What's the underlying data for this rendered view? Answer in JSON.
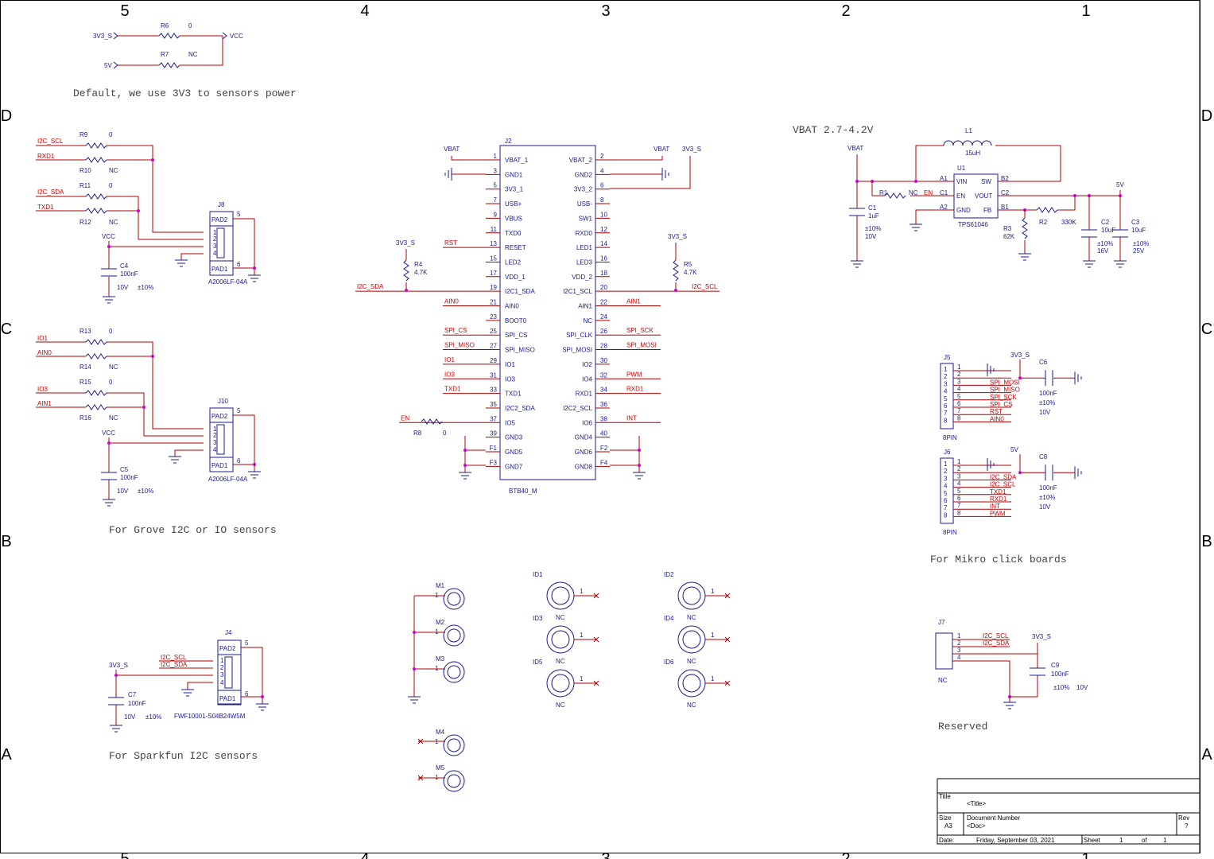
{
  "zones": {
    "top": [
      "5",
      "4",
      "3",
      "2",
      "1"
    ],
    "bottom": [
      "5",
      "4",
      "3",
      "2",
      "1"
    ],
    "side": [
      "D",
      "C",
      "B",
      "A"
    ]
  },
  "notes": {
    "power": "Default, we use 3V3 to sensors power",
    "grove": "For Grove I2C or IO sensors",
    "sparkfun": "For Sparkfun I2C sensors",
    "vbat": "VBAT 2.7-4.2V",
    "mikro": "For Mikro click boards",
    "reserved": "Reserved"
  },
  "top_power": {
    "net1": "3V3_S",
    "net2": "5V",
    "vcc": "VCC",
    "r6": "R6",
    "r6v": "0",
    "r7": "R7",
    "r7v": "NC"
  },
  "j8": {
    "ref": "J8",
    "part": "A2006LF-04A",
    "pad2": "PAD2",
    "pad1": "PAD1",
    "pins": [
      "1",
      "2",
      "3",
      "4",
      "5",
      "6"
    ],
    "nets": [
      "I2C_SCL",
      "RXD1",
      "I2C_SDA",
      "TXD1"
    ],
    "res": [
      {
        "r": "R9",
        "v": "0"
      },
      {
        "r": "R10",
        "v": "NC"
      },
      {
        "r": "R11",
        "v": "0"
      },
      {
        "r": "R12",
        "v": "NC"
      }
    ],
    "vcc": "VCC",
    "cap": "C4",
    "capv": "100nF",
    "volt": "10V",
    "tol": "±10%"
  },
  "j10": {
    "ref": "J10",
    "part": "A2006LF-04A",
    "pad2": "PAD2",
    "pad1": "PAD1",
    "pins": [
      "1",
      "2",
      "3",
      "4",
      "5",
      "6"
    ],
    "nets": [
      "IO1",
      "AIN0",
      "IO3",
      "AIN1"
    ],
    "res": [
      {
        "r": "R13",
        "v": "0"
      },
      {
        "r": "R14",
        "v": "NC"
      },
      {
        "r": "R15",
        "v": "0"
      },
      {
        "r": "R16",
        "v": "NC"
      }
    ],
    "vcc": "VCC",
    "cap": "C5",
    "capv": "100nF",
    "volt": "10V",
    "tol": "±10%"
  },
  "j4": {
    "ref": "J4",
    "part": "FWF10001-S04B24W5M",
    "pad2": "PAD2",
    "pad1": "PAD1",
    "pins": [
      "1",
      "2",
      "3",
      "4",
      "5",
      "6"
    ],
    "nets": [
      "I2C_SCL",
      "I2C_SDA"
    ],
    "net3v3": "3V3_S",
    "cap": "C7",
    "capv": "100nF",
    "volt": "10V",
    "tol": "±10%"
  },
  "j2": {
    "ref": "J2",
    "part": "BTB40_M",
    "left": [
      {
        "pin": "1",
        "name": "VBAT_1",
        "net": ""
      },
      {
        "pin": "3",
        "name": "GND1",
        "net": ""
      },
      {
        "pin": "5",
        "name": "3V3_1",
        "net": ""
      },
      {
        "pin": "7",
        "name": "USB+",
        "net": ""
      },
      {
        "pin": "9",
        "name": "VBUS",
        "net": ""
      },
      {
        "pin": "11",
        "name": "TXD0",
        "net": ""
      },
      {
        "pin": "13",
        "name": "RESET",
        "net": "RST"
      },
      {
        "pin": "15",
        "name": "LED2",
        "net": ""
      },
      {
        "pin": "17",
        "name": "VDD_1",
        "net": ""
      },
      {
        "pin": "19",
        "name": "I2C1_SDA",
        "net": "I2C_SDA"
      },
      {
        "pin": "21",
        "name": "AIN0",
        "net": "AIN0"
      },
      {
        "pin": "23",
        "name": "BOOT0",
        "net": ""
      },
      {
        "pin": "25",
        "name": "SPI_CS",
        "net": "SPI_CS"
      },
      {
        "pin": "27",
        "name": "SPI_MISO",
        "net": "SPI_MISO"
      },
      {
        "pin": "29",
        "name": "IO1",
        "net": "IO1"
      },
      {
        "pin": "31",
        "name": "IO3",
        "net": "IO3"
      },
      {
        "pin": "33",
        "name": "TXD1",
        "net": "TXD1"
      },
      {
        "pin": "35",
        "name": "I2C2_SDA",
        "net": ""
      },
      {
        "pin": "37",
        "name": "IO5",
        "net": "EN"
      },
      {
        "pin": "39",
        "name": "GND3",
        "net": ""
      },
      {
        "pin": "F1",
        "name": "GND5",
        "net": ""
      },
      {
        "pin": "F3",
        "name": "GND7",
        "net": ""
      }
    ],
    "right": [
      {
        "pin": "2",
        "name": "VBAT_2",
        "net": ""
      },
      {
        "pin": "4",
        "name": "GND2",
        "net": ""
      },
      {
        "pin": "6",
        "name": "3V3_2",
        "net": ""
      },
      {
        "pin": "8",
        "name": "USB-",
        "net": ""
      },
      {
        "pin": "10",
        "name": "SW1",
        "net": ""
      },
      {
        "pin": "12",
        "name": "RXD0",
        "net": ""
      },
      {
        "pin": "14",
        "name": "LED1",
        "net": ""
      },
      {
        "pin": "16",
        "name": "LED3",
        "net": ""
      },
      {
        "pin": "18",
        "name": "VDD_2",
        "net": ""
      },
      {
        "pin": "20",
        "name": "I2C1_SCL",
        "net": "I2C_SCL"
      },
      {
        "pin": "22",
        "name": "AIN1",
        "net": "AIN1"
      },
      {
        "pin": "24",
        "name": "NC",
        "net": ""
      },
      {
        "pin": "26",
        "name": "SPI_CLK",
        "net": "SPI_SCK"
      },
      {
        "pin": "28",
        "name": "SPI_MOSI",
        "net": "SPI_MOSI"
      },
      {
        "pin": "30",
        "name": "IO2",
        "net": ""
      },
      {
        "pin": "32",
        "name": "IO4",
        "net": "PWM"
      },
      {
        "pin": "34",
        "name": "RXD1",
        "net": "RXD1"
      },
      {
        "pin": "36",
        "name": "I2C2_SCL",
        "net": ""
      },
      {
        "pin": "38",
        "name": "IO6",
        "net": "INT"
      },
      {
        "pin": "40",
        "name": "GND4",
        "net": ""
      },
      {
        "pin": "F2",
        "name": "GND6",
        "net": ""
      },
      {
        "pin": "F4",
        "name": "GND8",
        "net": ""
      }
    ],
    "vbat": "VBAT",
    "v3": "3V3_S",
    "r4": "R4",
    "r4v": "4.7K",
    "r5": "R5",
    "r5v": "4.7K",
    "r8": "R8",
    "r8v": "0",
    "n3v3": "3V3_S"
  },
  "mounts": {
    "m": [
      "M1",
      "M2",
      "M3",
      "M4",
      "M5"
    ],
    "pin": "1",
    "id": [
      "ID1",
      "ID2",
      "ID3",
      "ID4",
      "ID5",
      "ID6"
    ],
    "nc": "NC"
  },
  "boost": {
    "vbat": "VBAT",
    "l1": "L1",
    "l1v": "15uH",
    "u1": "U1",
    "part": "TPS61046",
    "pins": [
      {
        "b": "A1",
        "n": "VIN"
      },
      {
        "b": "C1",
        "n": "EN"
      },
      {
        "b": "A2",
        "n": "GND"
      },
      {
        "b": "B2",
        "n": "SW"
      },
      {
        "b": "C2",
        "n": "VOUT"
      },
      {
        "b": "B1",
        "n": "FB"
      }
    ],
    "r1": "R1",
    "r1v": "NC",
    "en": "EN",
    "c1": "C1",
    "c1v": "1uF",
    "c1t": "±10%",
    "c1volt": "10V",
    "r2": "R2",
    "r2v": "330K",
    "r3": "R3",
    "r3v": "62K",
    "c2": "C2",
    "c2v": "10uF",
    "c2t": "±10%",
    "c2volt": "16V",
    "c3": "C3",
    "c3v": "10uF",
    "c3t": "±10%",
    "c3volt": "25V",
    "v5": "5V"
  },
  "j5": {
    "ref": "J5",
    "part": "8PIN",
    "pins": [
      "1",
      "2",
      "3",
      "4",
      "5",
      "6",
      "7",
      "8"
    ],
    "nets": [
      "",
      "",
      "SPI_MOSI",
      "SPI_MISO",
      "SPI_SCK",
      "SPI_CS",
      "RST",
      "AIN0"
    ],
    "pwr": "3V3_S",
    "cap": "C6",
    "capv": "100nF",
    "tol": "±10%",
    "volt": "10V"
  },
  "j6": {
    "ref": "J6",
    "part": "8PIN",
    "pins": [
      "1",
      "2",
      "3",
      "4",
      "5",
      "6",
      "7",
      "8"
    ],
    "nets": [
      "",
      "",
      "I2C_SDA",
      "I2C_SCL",
      "TXD1",
      "RXD1",
      "INT",
      "PWM"
    ],
    "pwr": "5V",
    "cap": "C8",
    "capv": "100nF",
    "tol": "±10%",
    "volt": "10V"
  },
  "j7": {
    "ref": "J7",
    "part": "NC",
    "pins": [
      "1",
      "2",
      "3",
      "4"
    ],
    "nets": [
      "I2C_SCL",
      "I2C_SDA"
    ],
    "pwr": "3V3_S",
    "cap": "C9",
    "capv": "100nF",
    "tol": "±10%",
    "volt": "10V"
  },
  "title_block": {
    "title_lbl": "Title",
    "title": "<Title>",
    "size_lbl": "Size",
    "size": "A3",
    "doc_lbl": "Document Number",
    "doc": "<Doc>",
    "rev_lbl": "Rev",
    "rev": "?",
    "date_lbl": "Date:",
    "date": "Friday, September 03, 2021",
    "sheet_lbl": "Sheet",
    "sheet": "1",
    "of": "of",
    "total": "1"
  }
}
